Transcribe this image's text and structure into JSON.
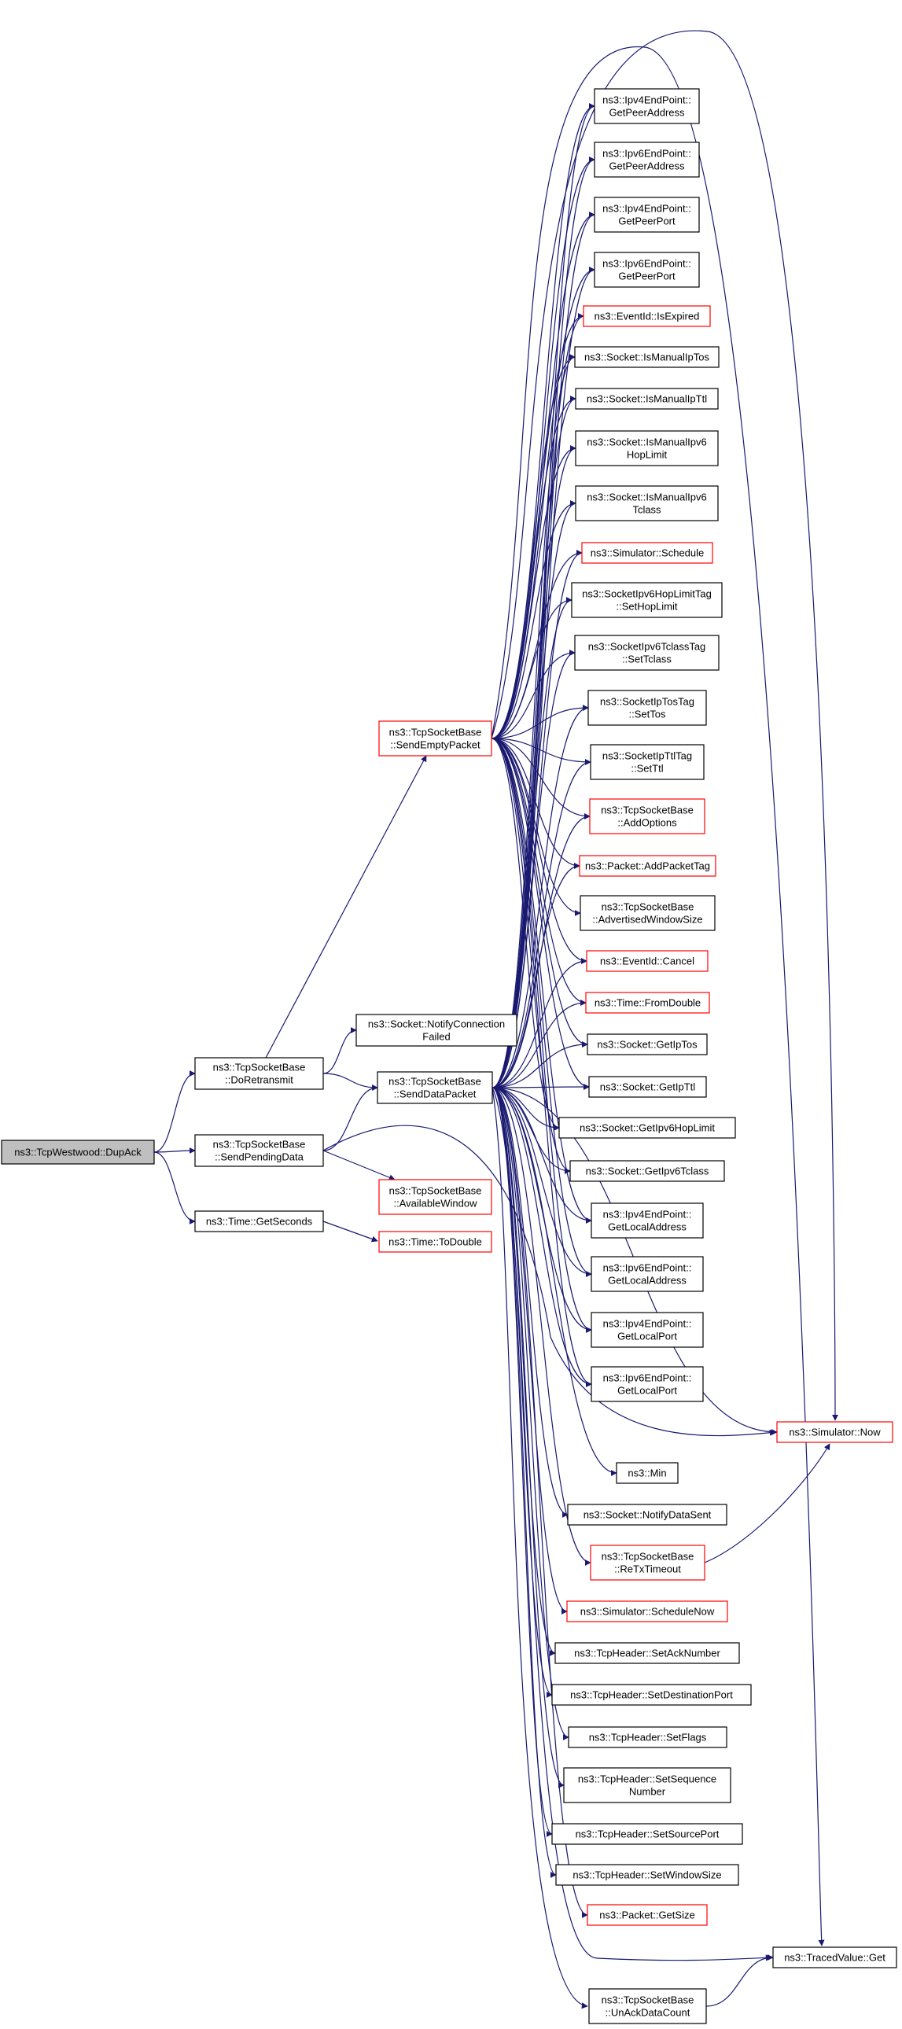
{
  "colors": {
    "edge": "#191970",
    "box_border": "#000000",
    "box_border_truncated": "#ff0000",
    "root_fill": "#bfbfbf",
    "box_fill": "#ffffff"
  },
  "nodes": [
    {
      "id": "root",
      "lines": [
        "ns3::TcpWestwood::DupAck"
      ],
      "style": "root"
    },
    {
      "id": "doRetransmit",
      "lines": [
        "ns3::TcpSocketBase",
        "::DoRetransmit"
      ],
      "style": "normal"
    },
    {
      "id": "sendPendingData",
      "lines": [
        "ns3::TcpSocketBase",
        "::SendPendingData"
      ],
      "style": "normal"
    },
    {
      "id": "timeGetSeconds",
      "lines": [
        "ns3::Time::GetSeconds"
      ],
      "style": "normal"
    },
    {
      "id": "sendEmptyPacket",
      "lines": [
        "ns3::TcpSocketBase",
        "::SendEmptyPacket"
      ],
      "style": "truncated"
    },
    {
      "id": "notifyConnFailed",
      "lines": [
        "ns3::Socket::NotifyConnection",
        "Failed"
      ],
      "style": "normal"
    },
    {
      "id": "sendDataPacket",
      "lines": [
        "ns3::TcpSocketBase",
        "::SendDataPacket"
      ],
      "style": "normal"
    },
    {
      "id": "availableWindow",
      "lines": [
        "ns3::TcpSocketBase",
        "::AvailableWindow"
      ],
      "style": "truncated"
    },
    {
      "id": "timeToDouble",
      "lines": [
        "ns3::Time::ToDouble"
      ],
      "style": "truncated"
    },
    {
      "id": "ipv4PeerAddr",
      "lines": [
        "ns3::Ipv4EndPoint::",
        "GetPeerAddress"
      ],
      "style": "normal"
    },
    {
      "id": "ipv6PeerAddr",
      "lines": [
        "ns3::Ipv6EndPoint::",
        "GetPeerAddress"
      ],
      "style": "normal"
    },
    {
      "id": "ipv4PeerPort",
      "lines": [
        "ns3::Ipv4EndPoint::",
        "GetPeerPort"
      ],
      "style": "normal"
    },
    {
      "id": "ipv6PeerPort",
      "lines": [
        "ns3::Ipv6EndPoint::",
        "GetPeerPort"
      ],
      "style": "normal"
    },
    {
      "id": "eventIsExpired",
      "lines": [
        "ns3::EventId::IsExpired"
      ],
      "style": "truncated"
    },
    {
      "id": "isManualIpTos",
      "lines": [
        "ns3::Socket::IsManualIpTos"
      ],
      "style": "normal"
    },
    {
      "id": "isManualIpTtl",
      "lines": [
        "ns3::Socket::IsManualIpTtl"
      ],
      "style": "normal"
    },
    {
      "id": "isManualIpv6HopLimit",
      "lines": [
        "ns3::Socket::IsManualIpv6",
        "HopLimit"
      ],
      "style": "normal"
    },
    {
      "id": "isManualIpv6Tclass",
      "lines": [
        "ns3::Socket::IsManualIpv6",
        "Tclass"
      ],
      "style": "normal"
    },
    {
      "id": "simSchedule",
      "lines": [
        "ns3::Simulator::Schedule"
      ],
      "style": "truncated"
    },
    {
      "id": "setHopLimit",
      "lines": [
        "ns3::SocketIpv6HopLimitTag",
        "::SetHopLimit"
      ],
      "style": "normal"
    },
    {
      "id": "setTclass",
      "lines": [
        "ns3::SocketIpv6TclassTag",
        "::SetTclass"
      ],
      "style": "normal"
    },
    {
      "id": "setTos",
      "lines": [
        "ns3::SocketIpTosTag",
        "::SetTos"
      ],
      "style": "normal"
    },
    {
      "id": "setTtl",
      "lines": [
        "ns3::SocketIpTtlTag",
        "::SetTtl"
      ],
      "style": "normal"
    },
    {
      "id": "addOptions",
      "lines": [
        "ns3::TcpSocketBase",
        "::AddOptions"
      ],
      "style": "truncated"
    },
    {
      "id": "addPacketTag",
      "lines": [
        "ns3::Packet::AddPacketTag"
      ],
      "style": "truncated"
    },
    {
      "id": "advWindowSize",
      "lines": [
        "ns3::TcpSocketBase",
        "::AdvertisedWindowSize"
      ],
      "style": "normal"
    },
    {
      "id": "eventCancel",
      "lines": [
        "ns3::EventId::Cancel"
      ],
      "style": "truncated"
    },
    {
      "id": "timeFromDouble",
      "lines": [
        "ns3::Time::FromDouble"
      ],
      "style": "truncated"
    },
    {
      "id": "getIpTos",
      "lines": [
        "ns3::Socket::GetIpTos"
      ],
      "style": "normal"
    },
    {
      "id": "getIpTtl",
      "lines": [
        "ns3::Socket::GetIpTtl"
      ],
      "style": "normal"
    },
    {
      "id": "getIpv6HopLimit",
      "lines": [
        "ns3::Socket::GetIpv6HopLimit"
      ],
      "style": "normal"
    },
    {
      "id": "getIpv6Tclass",
      "lines": [
        "ns3::Socket::GetIpv6Tclass"
      ],
      "style": "normal"
    },
    {
      "id": "ipv4LocalAddr",
      "lines": [
        "ns3::Ipv4EndPoint::",
        "GetLocalAddress"
      ],
      "style": "normal"
    },
    {
      "id": "ipv6LocalAddr",
      "lines": [
        "ns3::Ipv6EndPoint::",
        "GetLocalAddress"
      ],
      "style": "normal"
    },
    {
      "id": "ipv4LocalPort",
      "lines": [
        "ns3::Ipv4EndPoint::",
        "GetLocalPort"
      ],
      "style": "normal"
    },
    {
      "id": "ipv6LocalPort",
      "lines": [
        "ns3::Ipv6EndPoint::",
        "GetLocalPort"
      ],
      "style": "normal"
    },
    {
      "id": "simNow",
      "lines": [
        "ns3::Simulator::Now"
      ],
      "style": "truncated"
    },
    {
      "id": "min",
      "lines": [
        "ns3::Min"
      ],
      "style": "normal"
    },
    {
      "id": "notifyDataSent",
      "lines": [
        "ns3::Socket::NotifyDataSent"
      ],
      "style": "normal"
    },
    {
      "id": "reTxTimeout",
      "lines": [
        "ns3::TcpSocketBase",
        "::ReTxTimeout"
      ],
      "style": "truncated"
    },
    {
      "id": "simScheduleNow",
      "lines": [
        "ns3::Simulator::ScheduleNow"
      ],
      "style": "truncated"
    },
    {
      "id": "setAckNumber",
      "lines": [
        "ns3::TcpHeader::SetAckNumber"
      ],
      "style": "normal"
    },
    {
      "id": "setDestPort",
      "lines": [
        "ns3::TcpHeader::SetDestinationPort"
      ],
      "style": "normal"
    },
    {
      "id": "setFlags",
      "lines": [
        "ns3::TcpHeader::SetFlags"
      ],
      "style": "normal"
    },
    {
      "id": "setSeqNumber",
      "lines": [
        "ns3::TcpHeader::SetSequence",
        "Number"
      ],
      "style": "normal"
    },
    {
      "id": "setSourcePort",
      "lines": [
        "ns3::TcpHeader::SetSourcePort"
      ],
      "style": "normal"
    },
    {
      "id": "setWindowSize",
      "lines": [
        "ns3::TcpHeader::SetWindowSize"
      ],
      "style": "normal"
    },
    {
      "id": "packetGetSize",
      "lines": [
        "ns3::Packet::GetSize"
      ],
      "style": "truncated"
    },
    {
      "id": "tracedGet",
      "lines": [
        "ns3::TracedValue::Get"
      ],
      "style": "normal"
    },
    {
      "id": "unAckDataCount",
      "lines": [
        "ns3::TcpSocketBase",
        "::UnAckDataCount"
      ],
      "style": "normal"
    }
  ]
}
